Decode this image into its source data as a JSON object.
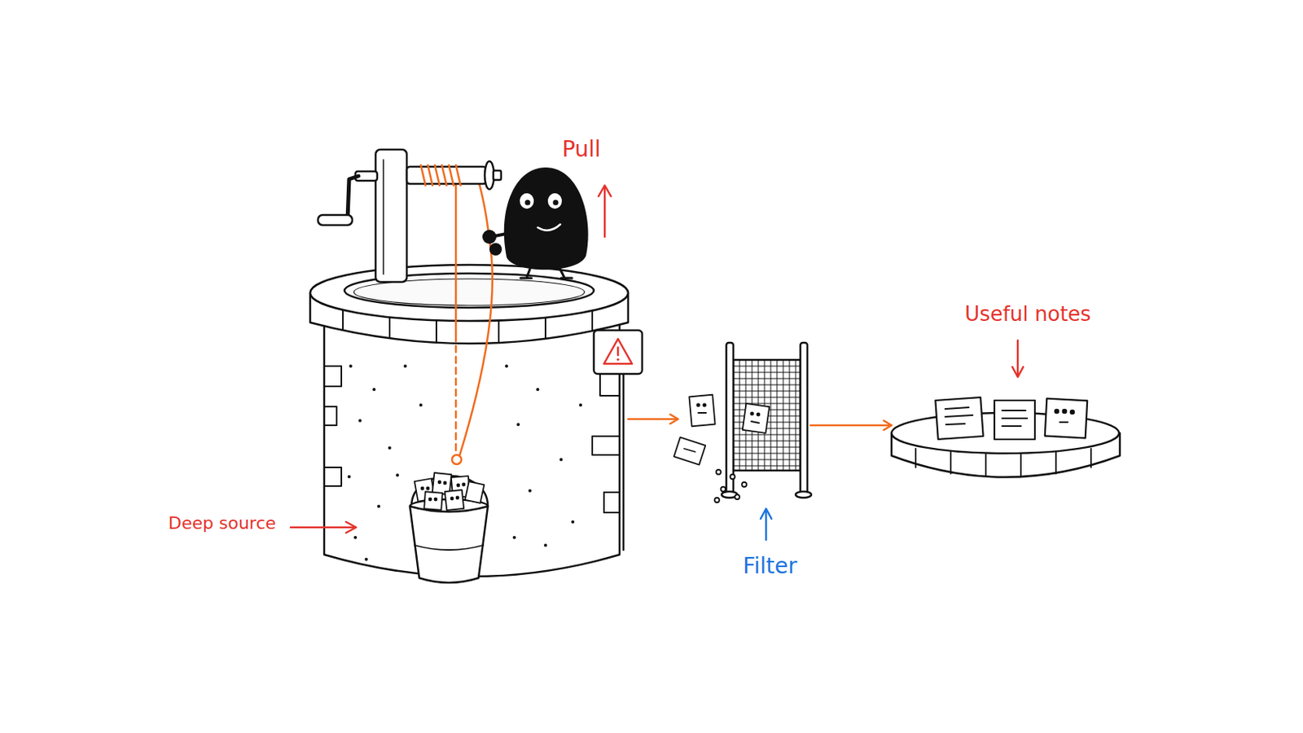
{
  "diagram": {
    "nodes": [
      {
        "text": [
          "Deep source"
        ]
      },
      {
        "text": [
          "Filter"
        ]
      },
      {
        "text": [
          "Useful notes"
        ]
      }
    ],
    "edges": [
      {
        "from": 0,
        "to": 1,
        "arrow": "to"
      },
      {
        "from": 1,
        "to": 2,
        "arrow": "to"
      }
    ],
    "labels": [
      "Pull"
    ]
  }
}
